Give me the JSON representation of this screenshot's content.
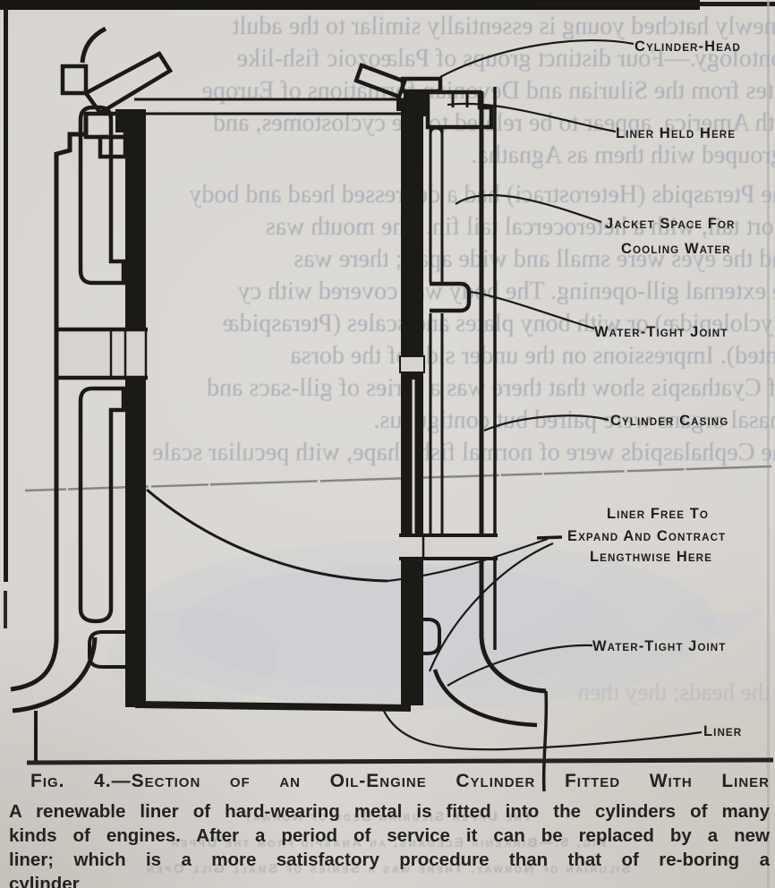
{
  "figure": {
    "caption_title": "Fig. 4.—Section of an Oil-Engine Cylinder Fitted With Liner",
    "caption_body": [
      "A renewable liner of hard-wearing metal is fitted into the cylinders of many",
      "kinds of engines.  After a period of service it can be replaced by a new",
      "liner; which is a more satisfactory procedure than that of re-boring a",
      "cylinder"
    ]
  },
  "labels": {
    "cylinder_head": "Cylinder-Head",
    "liner_held": "Liner Held Here",
    "jacket_space_line1": "Jacket Space For",
    "jacket_space_line2": "Cooling Water",
    "water_tight_joint_upper": "Water-Tight Joint",
    "cylinder_casing": "Cylinder Casing",
    "liner_free_line1": "Liner Free To",
    "liner_free_line2": "Expand And Contract",
    "liner_free_line3": "Lengthwise Here",
    "water_tight_joint_lower": "Water-Tight Joint",
    "liner": "Liner"
  },
  "bleed_through": {
    "top_lines": [
      "d the newly hatched young is essentially similar to the adult",
      "Palæontology.—Four distinct groups of Palæozoic fish-like",
      "rtebrates from the Silurian and Devonian formations of Europe",
      "d North America, appear to be related to the cyclostomes, and",
      "y be grouped with them as Agnatha.",
      "The Pteraspids (Heterostraci) had a depressed head and body",
      "d a short tail, with a heterocercal tail fin.  The mouth was",
      "nal and the eyes were small and wide apart; there was",
      "single external gill-opening.  The body was covered with cy",
      "les (Cyclolepidæ) or with bony plates and scales (Pteraspidæ",
      "namented).  Impressions on the under side of the dorsa",
      "ield of Cyathaspis show that there was a series of gill-sacs and",
      "t the nasal organs were paired but contiguous.",
      "The Cephalaspids were of normal fish-shape, with peculiar scale"
    ],
    "stray_line": "were the heads; they then",
    "mirrored_caps_lines": [
      "The Upper Silurian Beds of Norway",
      "Fig. 5.—Birkenia Elegans, an Anaspid from the Upper",
      "Silurian of Norway.  There was a Series of Small Gill Open"
    ]
  },
  "colors": {
    "paper": "#d7d4cf",
    "ink": "#1c1a17",
    "ghost_text": "#a6abb5",
    "fish_ghost": "#c3c9d4",
    "caption_ink": "#24221f"
  }
}
